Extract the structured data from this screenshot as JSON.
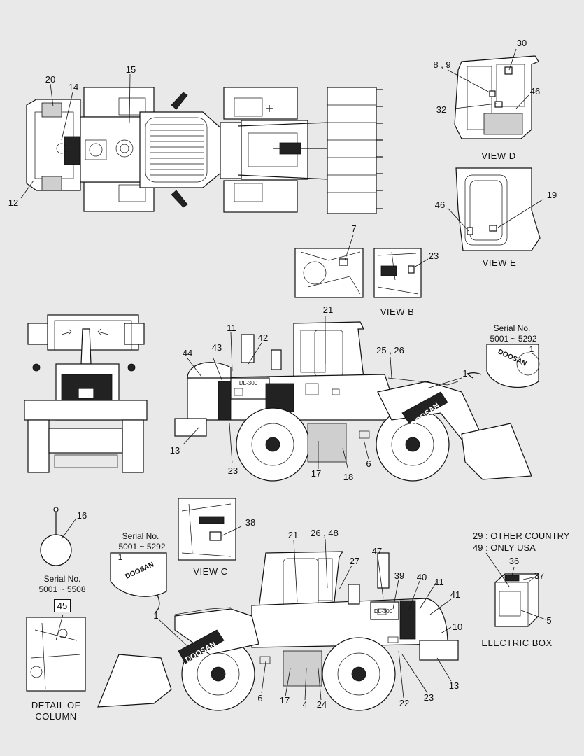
{
  "labels": {
    "n30": "30",
    "n89": "8 , 9",
    "n32": "32",
    "n46a": "46",
    "view_d": "VIEW   D",
    "n19": "19",
    "n46b": "46",
    "view_e": "VIEW   E",
    "n7": "7",
    "n23a": "23",
    "view_b": "VIEW   B",
    "n20": "20",
    "n14": "14",
    "n15": "15",
    "n12": "12",
    "n21a": "21",
    "n11a": "11",
    "n42": "42",
    "n43": "43",
    "n44": "44",
    "n2526": "25 , 26",
    "n1a": "1",
    "n13a": "13",
    "n23b": "23",
    "n17a": "17",
    "n18": "18",
    "n6a": "6",
    "serial_a_title": "Serial No.",
    "serial_a_range": "5001 ~ 5292",
    "n1b": "1",
    "n16": "16",
    "serial_b_title": "Serial No.",
    "serial_b_range": "5001 ~ 5292",
    "n1c": "1",
    "n38": "38",
    "view_c": "VIEW   C",
    "serial_c_title": "Serial No.",
    "serial_c_range": "5001 ~ 5508",
    "n45": "45",
    "detail_line1": "DETAIL OF",
    "detail_line2": "COLUMN",
    "n21b": "21",
    "n2648": "26 , 48",
    "n27": "27",
    "n47": "47",
    "n39": "39",
    "n40": "40",
    "n11b": "11",
    "n41": "41",
    "n10": "10",
    "n1d": "1",
    "n6b": "6",
    "n17b": "17",
    "n4": "4",
    "n24": "24",
    "n22": "22",
    "n23c": "23",
    "n13b": "13",
    "note29": "29 : OTHER COUNTRY",
    "note49": "49 : ONLY USA",
    "n36": "36",
    "n37": "37",
    "n5": "5",
    "electric_box": "ELECTRIC BOX",
    "brand": "DOOSAN",
    "model": "DL-300"
  }
}
